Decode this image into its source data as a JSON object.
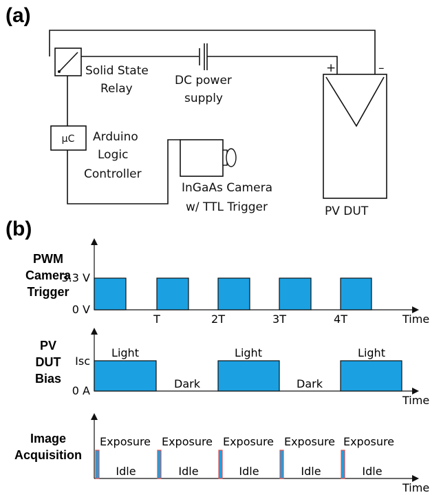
{
  "panel_a": {
    "label": "(a)",
    "relay": [
      "Solid State",
      "Relay"
    ],
    "power": [
      "DC power",
      "supply"
    ],
    "plus": "+",
    "minus": "–",
    "mcu": "µC",
    "controller": [
      "Arduino",
      "Logic",
      "Controller"
    ],
    "camera": [
      "InGaAs Camera",
      "w/ TTL Trigger"
    ],
    "dut": "PV DUT"
  },
  "panel_b": {
    "label": "(b)",
    "trigger": {
      "ylabel": [
        "PWM",
        "Camera",
        "Trigger"
      ],
      "yticks": [
        "3.3 V",
        "0 V"
      ],
      "xticks": [
        "T",
        "2T",
        "3T",
        "4T"
      ],
      "xlabel": "Time"
    },
    "bias": {
      "ylabel": [
        "PV",
        "DUT",
        "Bias"
      ],
      "yticks": [
        "Isc",
        "0 A"
      ],
      "states": [
        "Light",
        "Dark",
        "Light",
        "Dark",
        "Light"
      ],
      "xlabel": "Time"
    },
    "acquisition": {
      "ylabel": [
        "Image",
        "Acquisition"
      ],
      "top": [
        "Exposure",
        "Exposure",
        "Exposure",
        "Exposure",
        "Exposure"
      ],
      "bottom": [
        "Idle",
        "Idle",
        "Idle",
        "Idle",
        "Idle"
      ],
      "xlabel": "Time"
    }
  },
  "colors": {
    "pulse": "#1ba1e2",
    "exposure_edge": "#e05050"
  }
}
